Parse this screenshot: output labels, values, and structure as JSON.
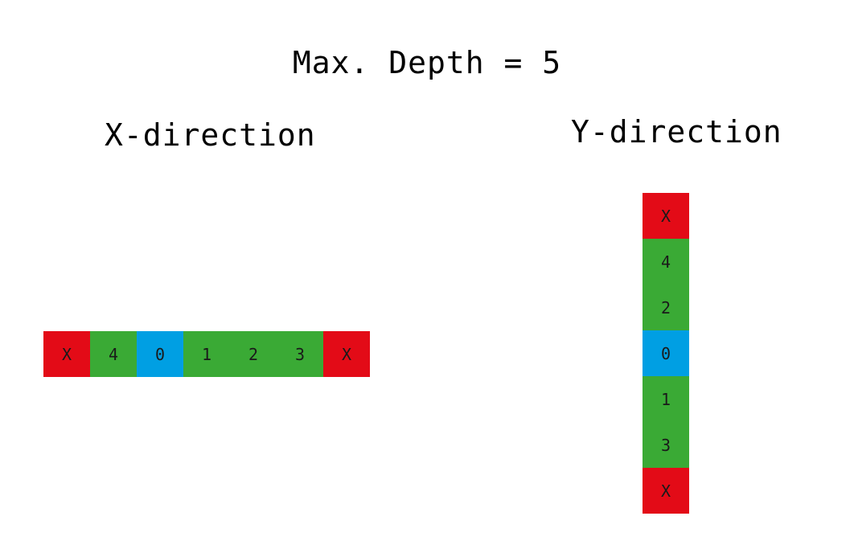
{
  "title": "Max. Depth = 5",
  "x_direction": {
    "label": "X-direction",
    "cells": [
      {
        "text": "X",
        "kind": "blocked"
      },
      {
        "text": "4",
        "kind": "depth"
      },
      {
        "text": "0",
        "kind": "origin"
      },
      {
        "text": "1",
        "kind": "depth"
      },
      {
        "text": "2",
        "kind": "depth"
      },
      {
        "text": "3",
        "kind": "depth"
      },
      {
        "text": "X",
        "kind": "blocked"
      }
    ]
  },
  "y_direction": {
    "label": "Y-direction",
    "cells": [
      {
        "text": "X",
        "kind": "blocked"
      },
      {
        "text": "4",
        "kind": "depth"
      },
      {
        "text": "2",
        "kind": "depth"
      },
      {
        "text": "0",
        "kind": "origin"
      },
      {
        "text": "1",
        "kind": "depth"
      },
      {
        "text": "3",
        "kind": "depth"
      },
      {
        "text": "X",
        "kind": "blocked"
      }
    ]
  },
  "colors": {
    "blocked": "#e30b17",
    "depth": "#3aaa35",
    "origin": "#009fe3"
  }
}
